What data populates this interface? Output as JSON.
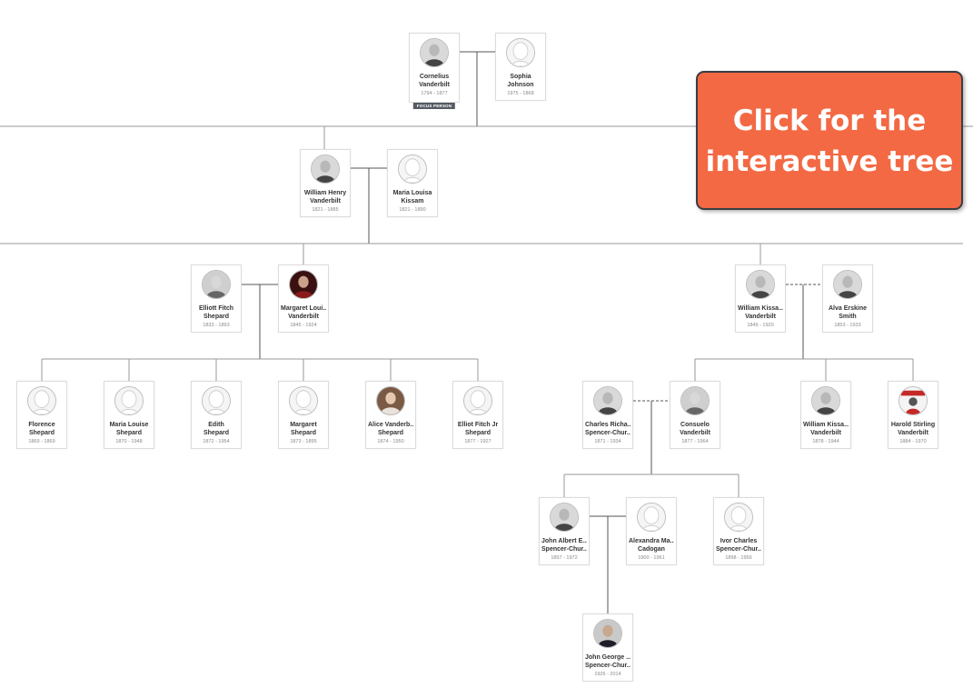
{
  "cta": {
    "line1": "Click for the",
    "line2": "interactive tree",
    "bg": "#f36944"
  },
  "focus_badge": "FOCUS PERSON",
  "people": {
    "cornelius": {
      "l1": "Cornelius",
      "l2": "Vanderbilt",
      "years": "1794 - 1877",
      "icon": "portrait-icon"
    },
    "sophia": {
      "l1": "Sophia",
      "l2": "Johnson",
      "years": "1975 - 1868",
      "icon": "avatar-placeholder-icon"
    },
    "william_h": {
      "l1": "William Henry",
      "l2": "Vanderbilt",
      "years": "1821 - 1885",
      "icon": "portrait-icon"
    },
    "maria_lk": {
      "l1": "Maria Louisa",
      "l2": "Kissam",
      "years": "1821 - 1890",
      "icon": "avatar-placeholder-icon"
    },
    "elliott": {
      "l1": "Elliott Fitch",
      "l2": "Shepard",
      "years": "1833 - 1893",
      "icon": "portrait-icon"
    },
    "margaret_l": {
      "l1": "Margaret Loui...",
      "l2": "Vanderbilt",
      "years": "1845 - 1924",
      "icon": "portrait-icon"
    },
    "william_k": {
      "l1": "William Kissa...",
      "l2": "Vanderbilt",
      "years": "1849 - 1920",
      "icon": "portrait-icon"
    },
    "alva": {
      "l1": "Alva Erskine",
      "l2": "Smith",
      "years": "1853 - 1933",
      "icon": "portrait-icon"
    },
    "florence": {
      "l1": "Florence",
      "l2": "Shepard",
      "years": "1869 - 1869",
      "icon": "avatar-placeholder-icon"
    },
    "maria_ls": {
      "l1": "Maria Louise",
      "l2": "Shepard",
      "years": "1870 - 1948",
      "icon": "avatar-placeholder-icon"
    },
    "edith": {
      "l1": "Edith",
      "l2": "Shepard",
      "years": "1872 - 1954",
      "icon": "avatar-placeholder-icon"
    },
    "margaret_s": {
      "l1": "Margaret",
      "l2": "Shepard",
      "years": "1873 - 1895",
      "icon": "avatar-placeholder-icon"
    },
    "alice": {
      "l1": "Alice Vanderb...",
      "l2": "Shepard",
      "years": "1874 - 1950",
      "icon": "portrait-icon"
    },
    "elliott_jr": {
      "l1": "Elliot Fitch Jr",
      "l2": "Shepard",
      "years": "1877 - 1927",
      "icon": "avatar-placeholder-icon"
    },
    "charles": {
      "l1": "Charles Richa...",
      "l2": "Spencer-Chur...",
      "years": "1871 - 1934",
      "icon": "portrait-icon"
    },
    "consuelo": {
      "l1": "Consuelo",
      "l2": "Vanderbilt",
      "years": "1877 - 1964",
      "icon": "portrait-icon"
    },
    "william_k2": {
      "l1": "William Kissa...",
      "l2": "Vanderbilt",
      "years": "1878 - 1944",
      "icon": "portrait-icon"
    },
    "harold": {
      "l1": "Harold Stirling",
      "l2": "Vanderbilt",
      "years": "1884 - 1970",
      "icon": "portrait-icon"
    },
    "john_a": {
      "l1": "John Albert E...",
      "l2": "Spencer-Chur...",
      "years": "1897 - 1972",
      "icon": "portrait-icon"
    },
    "alexandra": {
      "l1": "Alexandra Ma...",
      "l2": "Cadogan",
      "years": "1900 - 1961",
      "icon": "avatar-placeholder-icon"
    },
    "ivor": {
      "l1": "Ivor Charles",
      "l2": "Spencer-Chur...",
      "years": "1898 - 1956",
      "icon": "avatar-placeholder-icon"
    },
    "john_g": {
      "l1": "John George ...",
      "l2": "Spencer-Chur...",
      "years": "1926 - 2014",
      "icon": "portrait-icon"
    }
  }
}
